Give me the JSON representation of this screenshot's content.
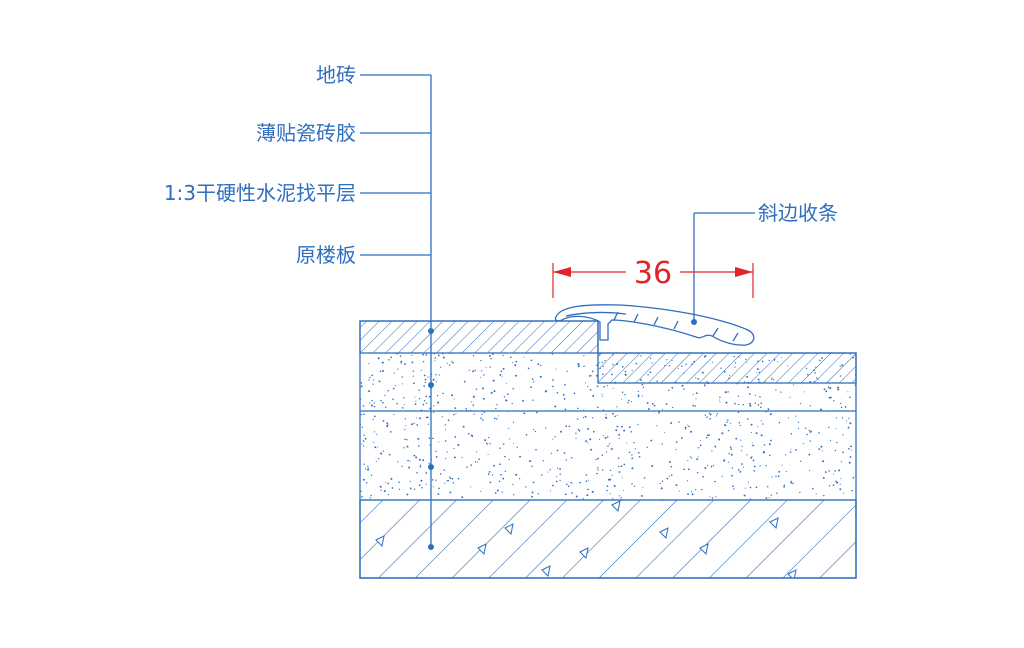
{
  "labels": {
    "floor_tile": "地砖",
    "tile_adhesive": "薄贴瓷砖胶",
    "screed": "1:3干硬性水泥找平层",
    "slab": "原楼板",
    "edge_strip": "斜边收条"
  },
  "dimension": {
    "value": "36"
  },
  "colors": {
    "drawing": "#2f6fbf",
    "dimension": "#e0252a",
    "background": "#ffffff"
  }
}
